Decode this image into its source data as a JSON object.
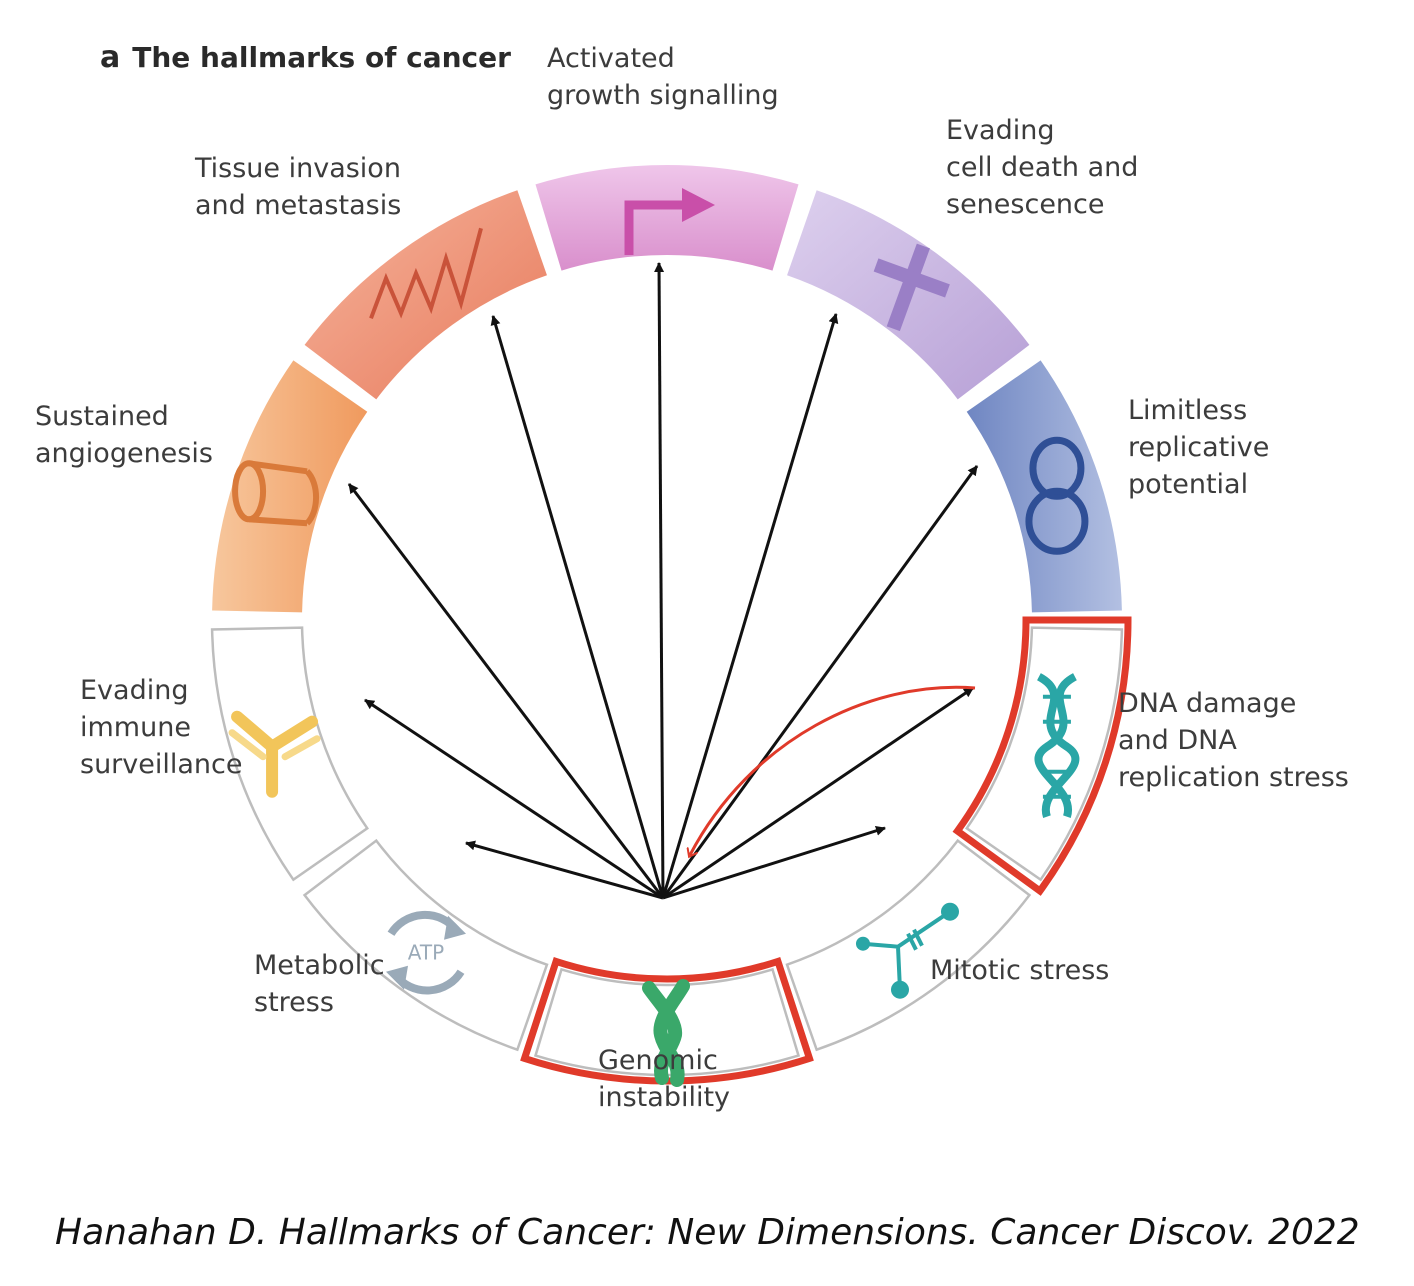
{
  "figure": {
    "panel_label": "a",
    "title": "The hallmarks of cancer",
    "caption": "Hanahan D. Hallmarks of Cancer: New Dimensions. Cancer Discov. 2022"
  },
  "hallmarks": [
    {
      "label": "Activated\ngrowth signalling",
      "color": "#e0a6d6",
      "icon": "bent-arrow-icon",
      "highlighted": false
    },
    {
      "label": "Evading\ncell death and\nsenescence",
      "color": "#c9b5e0",
      "icon": "cross-icon",
      "highlighted": false
    },
    {
      "label": "Limitless\nreplicative\npotential",
      "color": "#8a9ccc",
      "icon": "infinity-loop-icon",
      "highlighted": false
    },
    {
      "label": "DNA damage\nand DNA\nreplication stress",
      "color": "#ffffff",
      "icon": "dna-helix-icon",
      "highlighted": true
    },
    {
      "label": "Mitotic stress",
      "color": "#ffffff",
      "icon": "mitotic-spindle-icon",
      "highlighted": false
    },
    {
      "label": "Genomic\ninstability",
      "color": "#ffffff",
      "icon": "chromosome-icon",
      "highlighted": true
    },
    {
      "label": "Metabolic\nstress",
      "color": "#ffffff",
      "icon": "atp-cycle-icon",
      "highlighted": false
    },
    {
      "label": "Evading\nimmune\nsurveillance",
      "color": "#ffffff",
      "icon": "antibody-icon",
      "highlighted": false
    },
    {
      "label": "Sustained\nangiogenesis",
      "color": "#f4b07c",
      "icon": "vessel-icon",
      "highlighted": false
    },
    {
      "label": "Tissue invasion\nand metastasis",
      "color": "#ef9a80",
      "icon": "zigzag-icon",
      "highlighted": false
    }
  ],
  "colors": {
    "highlight": "#e03a2a",
    "arrow": "#111111",
    "white_segment_border": "#bdbdbd",
    "icon_teal": "#2aa6a6",
    "icon_green": "#3aa86a",
    "icon_yellow": "#f2c55a",
    "icon_gray": "#9aaab8"
  }
}
